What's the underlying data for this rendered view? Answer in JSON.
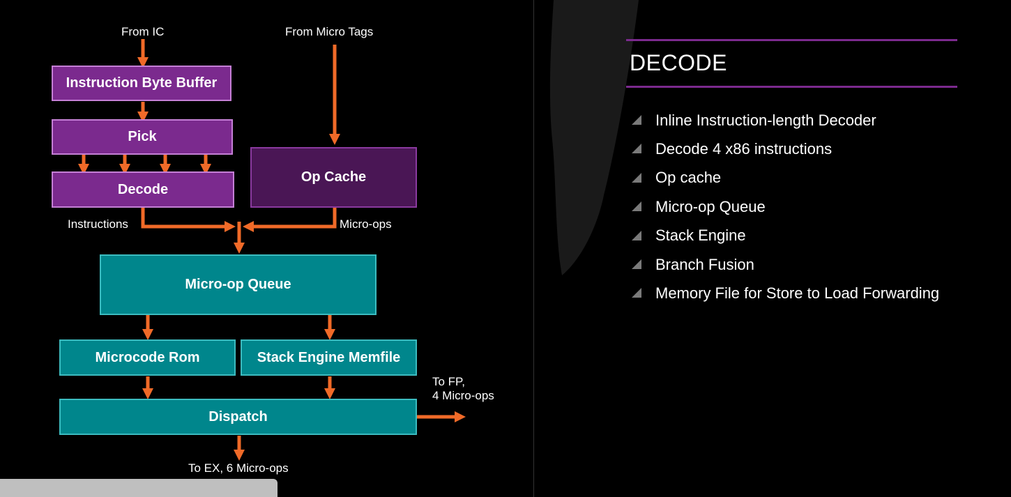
{
  "diagram": {
    "labels": {
      "from_ic": "From IC",
      "from_micro_tags": "From Micro Tags",
      "instructions": "Instructions",
      "micro_ops": "Micro-ops",
      "to_fp_line1": "To FP,",
      "to_fp_line2": "4 Micro-ops",
      "to_ex": "To EX, 6 Micro-ops"
    },
    "boxes": {
      "instruction_byte_buffer": "Instruction Byte Buffer",
      "pick": "Pick",
      "decode": "Decode",
      "op_cache": "Op Cache",
      "micro_op_queue": "Micro-op Queue",
      "microcode_rom": "Microcode Rom",
      "stack_engine_memfile": "Stack Engine Memfile",
      "dispatch": "Dispatch"
    },
    "colors": {
      "purple": "#7b2a8e",
      "dark_purple": "#4a1655",
      "teal": "#00868c",
      "arrow": "#f06a28"
    }
  },
  "slide": {
    "title": "DECODE",
    "bullets": [
      "Inline Instruction-length Decoder",
      "Decode 4 x86 instructions",
      "Op cache",
      "Micro-op Queue",
      "Stack Engine",
      "Branch Fusion",
      "Memory File for Store to Load Forwarding"
    ]
  }
}
